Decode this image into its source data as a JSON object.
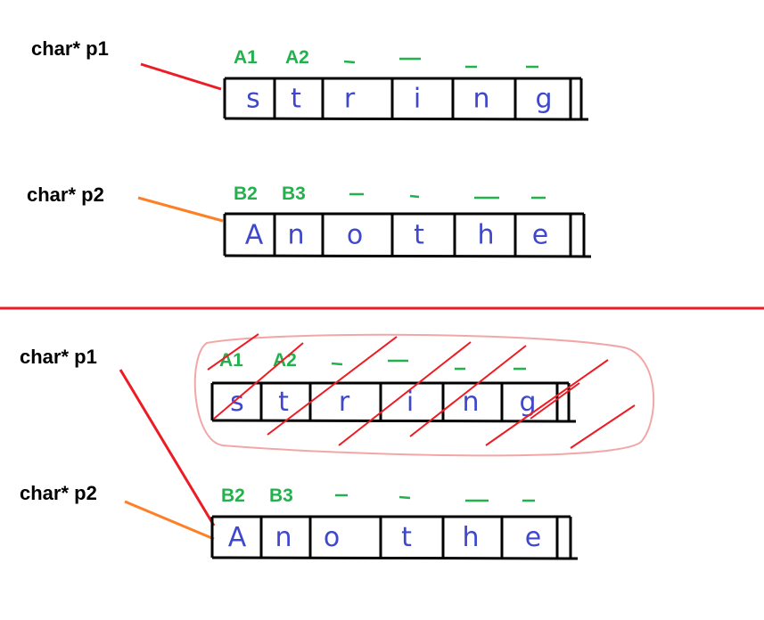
{
  "colors": {
    "ink": "#000000",
    "label": "#22b14c",
    "letters": "#3f48cc",
    "red": "#ed1c24",
    "orange": "#ff7f27",
    "pink": "#f2a7a7"
  },
  "top": {
    "p1": {
      "label": "char* p1",
      "indices": [
        "A1",
        "A2"
      ],
      "letters": [
        "s",
        "t",
        "r",
        "i",
        "n",
        "g"
      ]
    },
    "p2": {
      "label": "char* p2",
      "indices": [
        "B2",
        "B3"
      ],
      "letters": [
        "A",
        "n",
        "o",
        "t",
        "h",
        "e"
      ]
    }
  },
  "bottom": {
    "old_block": {
      "indices": [
        "A1",
        "A2"
      ],
      "letters": [
        "s",
        "t",
        "r",
        "i",
        "n",
        "g"
      ],
      "freed": true
    },
    "p1": {
      "label": "char* p1"
    },
    "p2": {
      "label": "char* p2",
      "indices": [
        "B2",
        "B3"
      ],
      "letters": [
        "A",
        "n",
        "o",
        "t",
        "h",
        "e"
      ]
    }
  }
}
